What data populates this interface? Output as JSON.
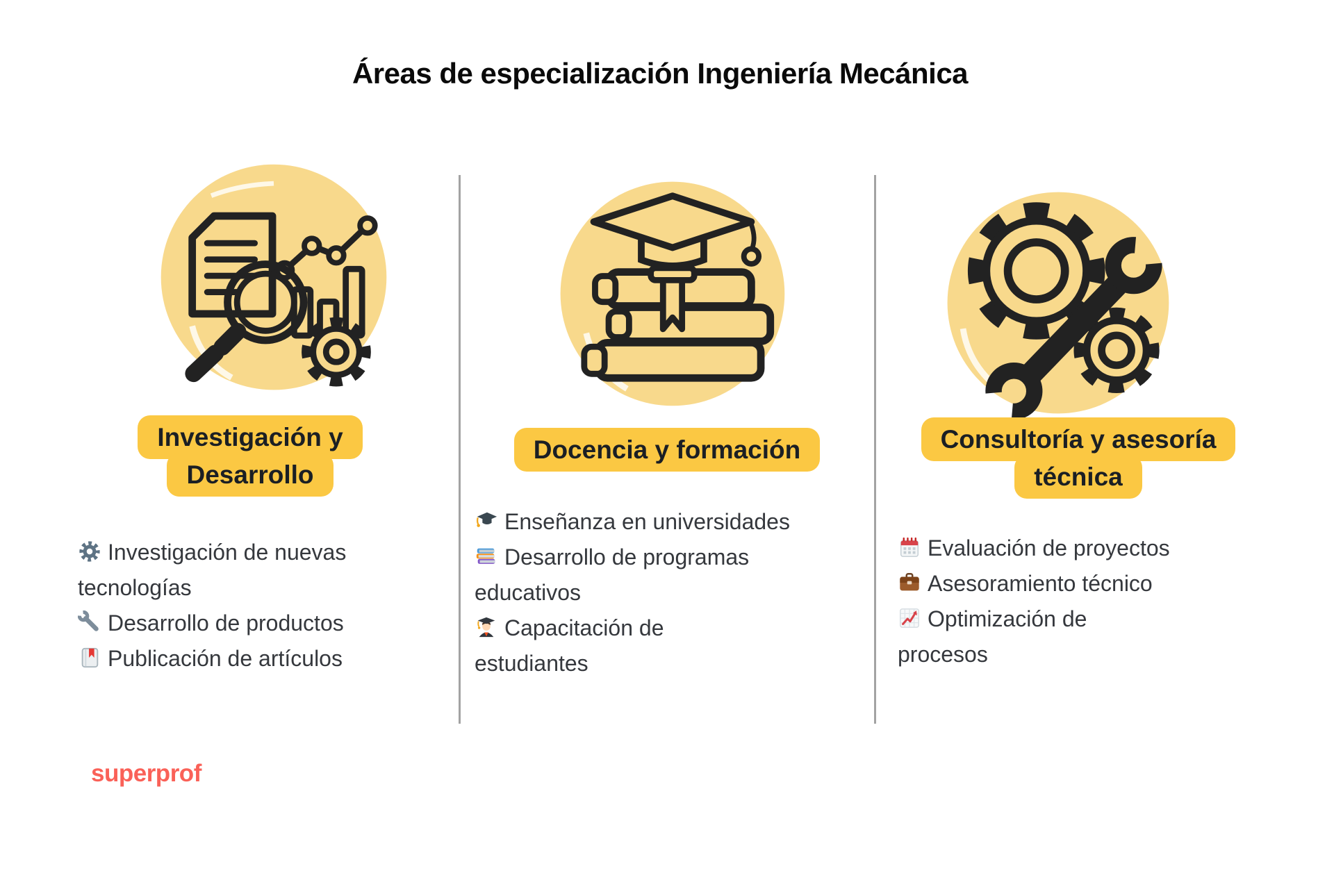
{
  "title": "Áreas de especialización Ingeniería Mecánica",
  "brand": {
    "logo_text": "superprof"
  },
  "colors": {
    "badge_yellow": "#FBC843",
    "blob_yellow": "#F8D98C",
    "title_text": "#0A0A0A",
    "body_text": "#35383D",
    "badge_text": "#1B1F24",
    "divider_gray": "#A3A3A3",
    "brand_red": "#FA6158",
    "outline_black": "#222222"
  },
  "columns": [
    {
      "badge_lines": [
        "Investigación y",
        "Desarrollo"
      ],
      "illustration": "research-magnifier-document-chart-gear",
      "items": [
        {
          "icon": "gear-icon",
          "text": "Investigación de nuevas\ntecnologías"
        },
        {
          "icon": "wrench-icon",
          "text": "Desarrollo de productos"
        },
        {
          "icon": "notebook-bookmark-icon",
          "text": "Publicación de artículos"
        }
      ]
    },
    {
      "badge_lines": [
        "Docencia y formación"
      ],
      "illustration": "books-with-graduation-cap",
      "items": [
        {
          "icon": "graduation-cap-icon",
          "text": "Enseñanza en universidades"
        },
        {
          "icon": "books-stack-icon",
          "text": "Desarrollo de programas\neducativos"
        },
        {
          "icon": "student-icon",
          "text": "Capacitación de\nestudiantes"
        }
      ]
    },
    {
      "badge_lines": [
        "Consultoría y asesoría",
        "técnica"
      ],
      "illustration": "gears-and-wrench",
      "items": [
        {
          "icon": "spiral-calendar-icon",
          "text": "Evaluación de proyectos"
        },
        {
          "icon": "briefcase-icon",
          "text": "Asesoramiento técnico"
        },
        {
          "icon": "chart-increasing-icon",
          "text": "Optimización de\nprocesos"
        }
      ]
    }
  ]
}
